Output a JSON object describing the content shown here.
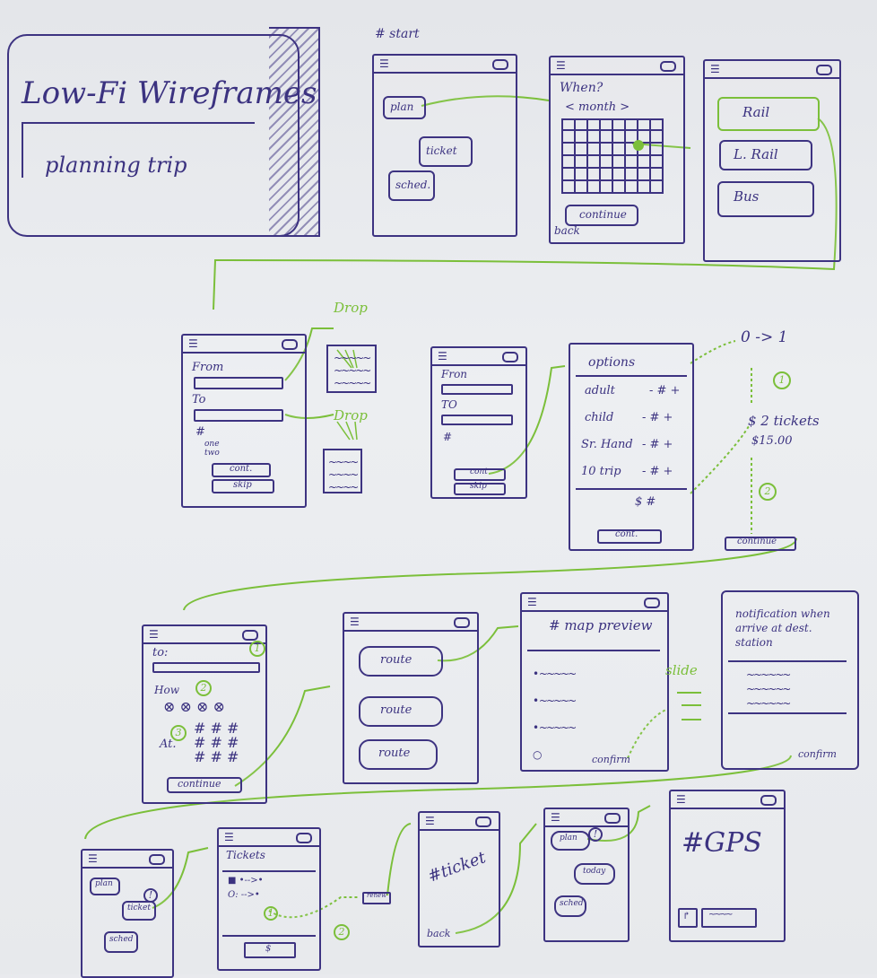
{
  "title_card": {
    "title": "Low-Fi Wireframes",
    "subtitle": "planning trip"
  },
  "start_label": "# start",
  "screen1": {
    "buttons": [
      "plan",
      "ticket",
      "sched."
    ]
  },
  "screen2": {
    "heading": "When?",
    "month_nav": "< month >",
    "button": "continue",
    "back": "back"
  },
  "screen3": {
    "options": [
      "Rail",
      "L. Rail",
      "Bus"
    ]
  },
  "screen4": {
    "from": "From",
    "to": "To",
    "hash": "#",
    "radio1": "one",
    "radio2": "two",
    "cont": "cont.",
    "skip": "skip"
  },
  "drop_labels": [
    "Drop",
    "Drop"
  ],
  "screen5": {
    "from": "Fron",
    "to": "TO",
    "hash": "#",
    "cont": "cont",
    "skip": "skip"
  },
  "options_screen": {
    "heading": "options",
    "rows": [
      "adult",
      "child",
      "Sr. Hand",
      "10 trip"
    ],
    "stepper": "- # +",
    "total": "$ #",
    "cont": "cont."
  },
  "side_notes": {
    "zero_to_one": "0 -> 1",
    "tickets": "$ 2 tickets",
    "price": "$15.00",
    "step1": "1",
    "step2": "2",
    "continue": "continue"
  },
  "screen7": {
    "to": "to:",
    "how": "How",
    "at": "At.",
    "continue": "continue",
    "step1": "1",
    "step2": "2",
    "step3": "3"
  },
  "route_screen": {
    "routes": [
      "route",
      "route",
      "route"
    ]
  },
  "map_screen": {
    "heading": "# map preview",
    "confirm": "confirm"
  },
  "slide_label": "slide",
  "notification": {
    "text": "notification when arrive at dest. station",
    "confirm": "confirm"
  },
  "small1": {
    "buttons": [
      "plan",
      "ticket",
      "sched"
    ],
    "badge": "!"
  },
  "tickets_screen": {
    "title": "Tickets",
    "row1": "■ •-->•",
    "row2": "O: -->•",
    "bottom": "$",
    "step1": "1",
    "step2": "2",
    "renew": "renew"
  },
  "ticket_screen": {
    "hash": "#ticket",
    "back": "back"
  },
  "small2": {
    "buttons": [
      "plan",
      "today",
      "sched"
    ],
    "badge": "!"
  },
  "gps_screen": {
    "hash": "#GPS"
  },
  "colors": {
    "ink": "#3d3381",
    "green": "#7bbf3a",
    "board": "#e9eaee"
  }
}
